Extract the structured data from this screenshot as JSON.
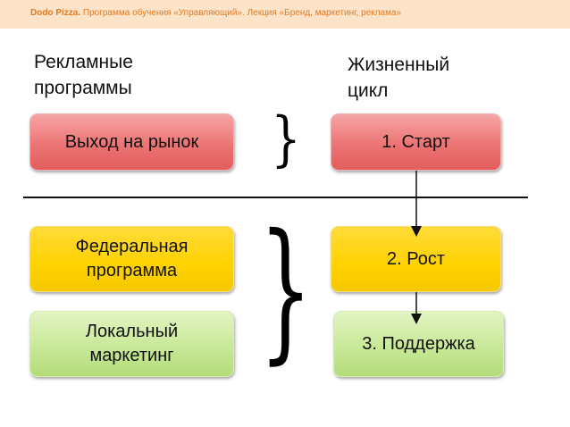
{
  "header": {
    "brand": "Dodo Pizza.",
    "subtitle": "Программа обучения «Управляющий».   Лекция «Бренд, маркетинг, реклама»"
  },
  "columns": {
    "left_title_line1": "Рекламные",
    "left_title_line2": "программы",
    "right_title_line1": "Жизненный",
    "right_title_line2": "цикл"
  },
  "left_boxes": [
    {
      "line1": "Выход на рынок",
      "line2": "",
      "color": "#ec7474"
    },
    {
      "line1": "Федеральная",
      "line2": "программа",
      "color": "#ffd200"
    },
    {
      "line1": "Локальный",
      "line2": "маркетинг",
      "color": "#c8e898"
    }
  ],
  "right_boxes": [
    {
      "label": "1. Старт",
      "color": "#ec7474"
    },
    {
      "label": "2. Рост",
      "color": "#ffd200"
    },
    {
      "label": "3. Поддержка",
      "color": "#c8e898"
    }
  ],
  "braces": {
    "small": "}",
    "large": "}"
  },
  "colors": {
    "header_bg": "#fde3c8",
    "header_text": "#e07b24",
    "line": "#111111"
  }
}
